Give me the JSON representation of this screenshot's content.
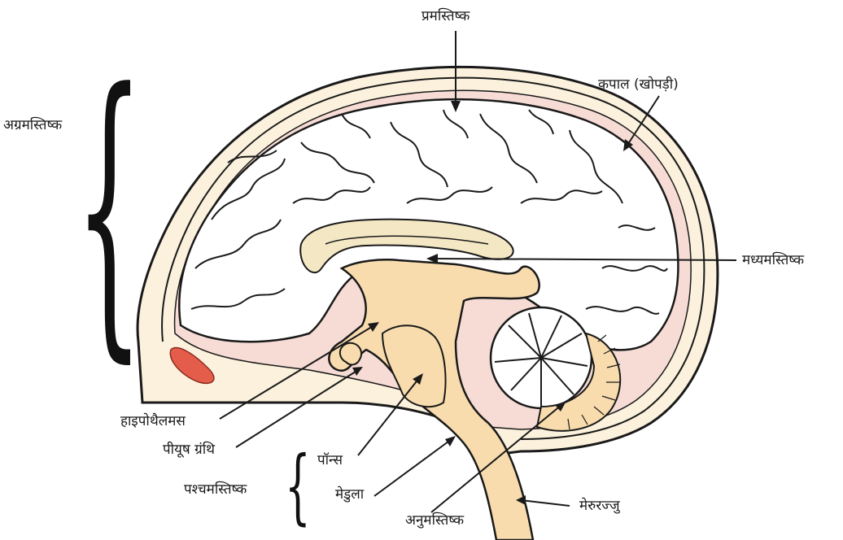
{
  "labels": {
    "cerebrum": "प्रमस्तिष्क",
    "skull": "कपाल (खोपड़ी)",
    "forebrain": "अग्रमस्तिष्क",
    "midbrain": "मध्यमस्तिष्क",
    "hypothalamus": "हाइपोथैलमस",
    "pituitary": "पीयूष ग्रंथि",
    "pons": "पॉन्स",
    "hindbrain": "पश्चमस्तिष्क",
    "medulla": "मेडुला",
    "cerebellum": "अनुमस्तिष्क",
    "spinal_cord": "मेरुरज्जु"
  },
  "colors": {
    "outline": "#1a1a1a",
    "skull_fill": "#fbf1dc",
    "meninges": "#f6dcd5",
    "brain_fill": "#ffffff",
    "stem_fill": "#f8dcae",
    "corpus_fill": "#f3e7c4",
    "accent_red": "#e45c4a"
  }
}
